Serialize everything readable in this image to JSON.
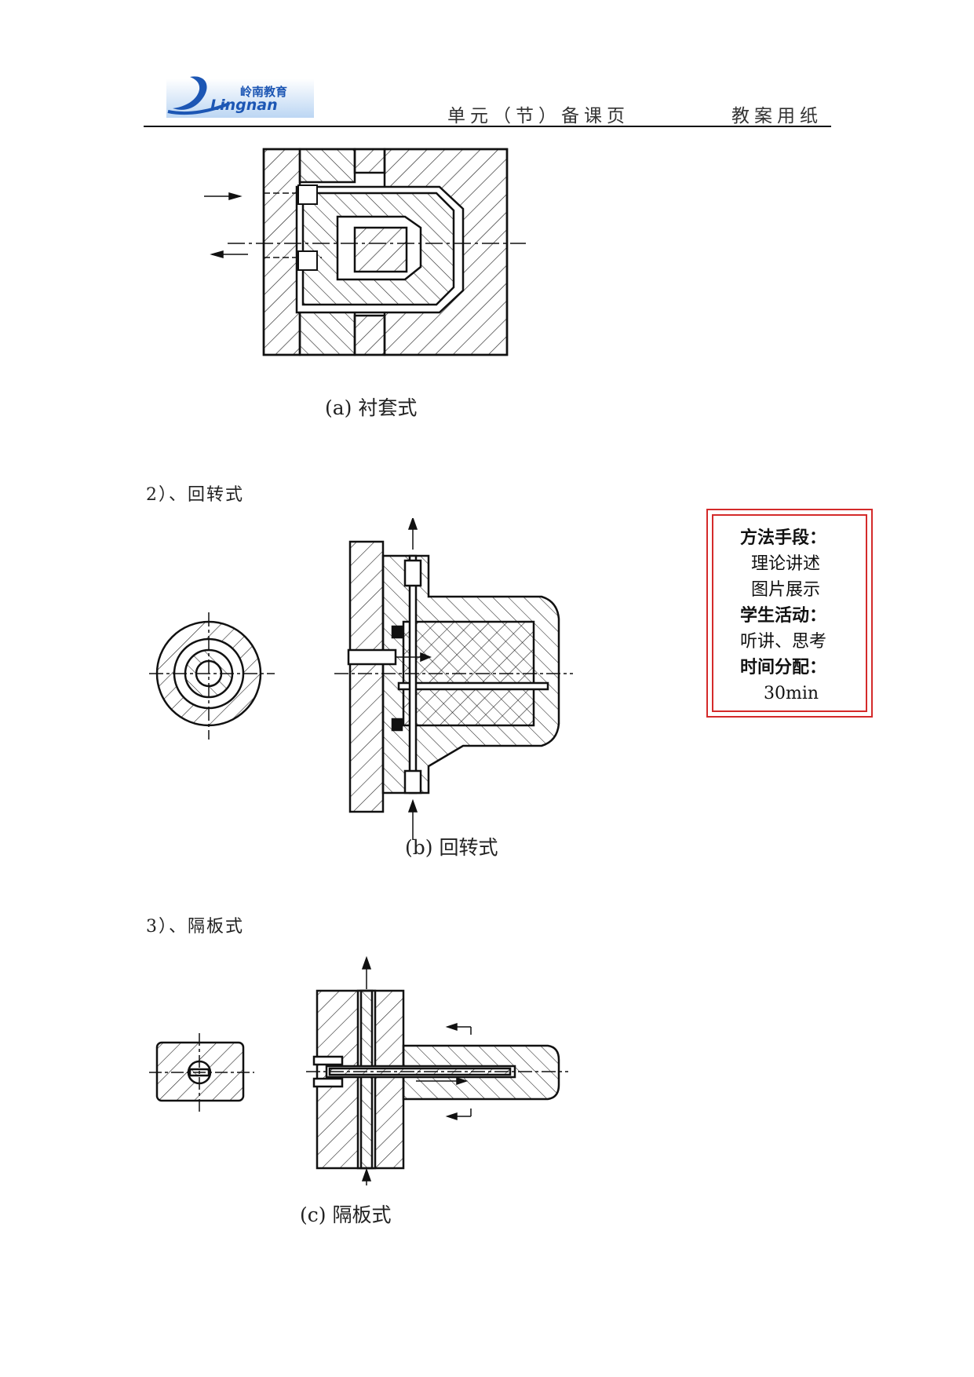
{
  "header": {
    "logo_text_cn": "岭南教育",
    "logo_text_en": "Lingnan",
    "title": "单元（节）备课页",
    "subtitle": "教案用纸"
  },
  "sections": [
    {
      "heading": "",
      "caption": "(a) 衬套式"
    },
    {
      "heading": "2）、回转式",
      "caption": "(b) 回转式"
    },
    {
      "heading": "3）、隔板式",
      "caption": "(c) 隔板式"
    }
  ],
  "sidebar": {
    "method_label": "方法手段：",
    "method_items": [
      "理论讲述",
      "图片展示"
    ],
    "activity_label": "学生活动：",
    "activity_text": "听讲、思考",
    "time_label": "时间分配：",
    "time_value": "30min"
  },
  "colors": {
    "border_accent": "#d42a2a",
    "logo_blue": "#1c56b4",
    "logo_bg": "#cfe2f8"
  }
}
